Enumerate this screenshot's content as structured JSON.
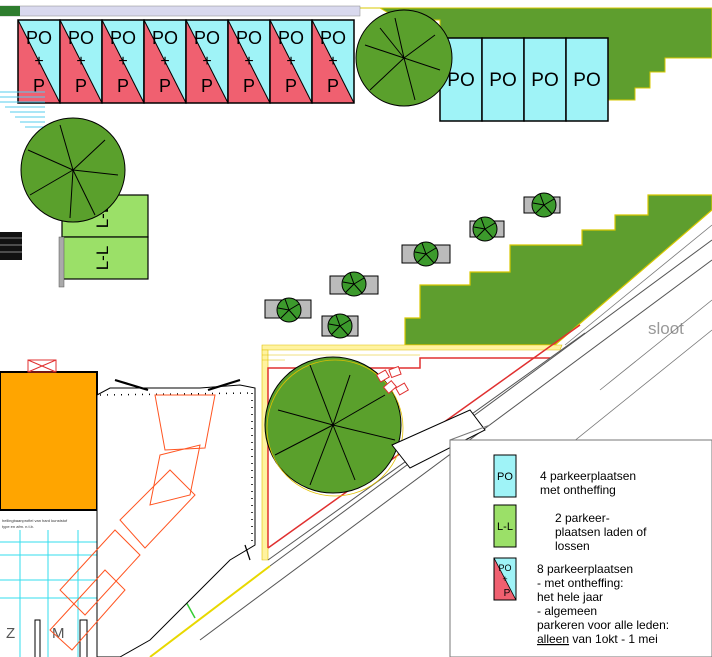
{
  "map": {
    "labels": {
      "po": "PO",
      "plus": "+",
      "p": "P",
      "ll": "L-L",
      "sloot": "sloot",
      "z": "Z",
      "m": "M",
      "note_line1": "hellingbaanprofiel van hard kunststof",
      "note_line2": "type en afm. n.t.b."
    },
    "legend": {
      "items": [
        {
          "swatch": "PO",
          "lines": [
            "4 parkeerplaatsen",
            "met ontheffing"
          ]
        },
        {
          "swatch": "L-L",
          "lines": [
            "2  parkeer-",
            "plaatsen laden of",
            "lossen"
          ]
        },
        {
          "swatch": "PO+P",
          "lines": [
            "8 parkeerplaatsen",
            "- met ontheffing:",
            "het hele jaar",
            "- algemeen",
            "parkeren voor alle leden:"
          ]
        }
      ],
      "last_line_underlined": "alleen",
      "last_line_rest": " van 1okt - 1 mei"
    },
    "colors": {
      "po": "#9ff3f7",
      "p": "#f06070",
      "ll": "#9be068",
      "grass": "#5e9e2e",
      "tree": "#5aa02c",
      "building": "#ffa500",
      "red_line": "#e03030",
      "orange_line": "#ff5522"
    }
  }
}
